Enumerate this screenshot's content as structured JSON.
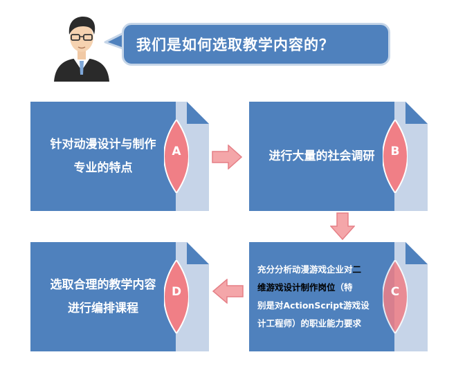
{
  "question": "我们是如何选取教学内容的？",
  "steps": [
    {
      "letter": "A",
      "lines": [
        "针对动漫设计与制作",
        "专业的特点"
      ]
    },
    {
      "letter": "B",
      "lines": [
        "进行大量的社会调研"
      ]
    },
    {
      "letter": "C",
      "pre": "充分分析动漫游戏企业对",
      "hl1": "二",
      "hl2": "维游戏设计制作岗位",
      "post": "（特",
      "line3": "别是对ActionScript游戏设",
      "line4": "计工程师）的职业能力要求"
    },
    {
      "letter": "D",
      "lines": [
        "选取合理的教学内容",
        "进行编排课程"
      ]
    }
  ],
  "colors": {
    "box": "#4f81bd",
    "fold": "#c6d4e8",
    "lens": "#f07f86",
    "arrow": "#f4a6a9"
  }
}
